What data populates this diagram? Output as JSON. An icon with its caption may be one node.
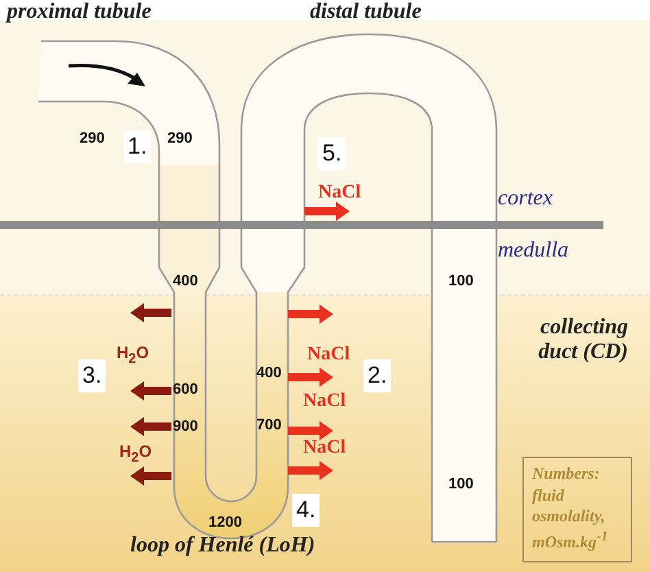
{
  "diagram": {
    "nodes": [
      {
        "text": [
          "Numbers: fluid osmolality, mOsm.kg$^{-1}$"
        ]
      }
    ],
    "labels": [
      "proximal tubule",
      "distal tubule",
      "290",
      "1.",
      "290",
      "5.",
      "NaCl",
      "cortex",
      "medulla",
      "400",
      "100",
      "collecting duct (CD)",
      "H$_{2}$O",
      "NaCl",
      "3.",
      "400",
      "2.",
      "600",
      "NaCl",
      "900",
      "700",
      "H$_{2}$O",
      "NaCl",
      "100",
      "4.",
      "1200",
      "loop of Henlé (LoH)"
    ]
  }
}
